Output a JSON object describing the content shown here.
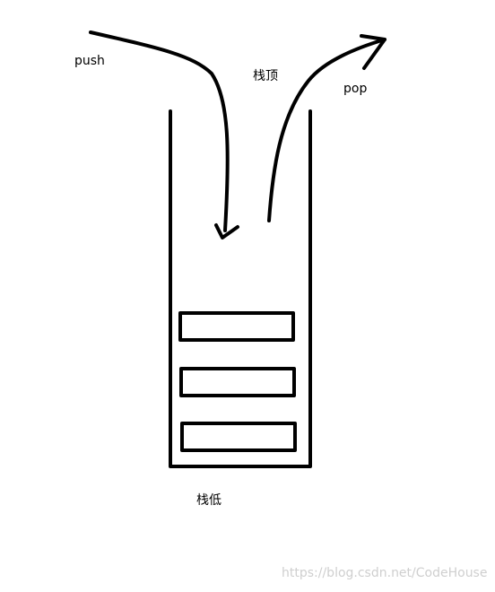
{
  "diagram": {
    "push_label": "push",
    "pop_label": "pop",
    "stack_top_label": "栈顶",
    "stack_bottom_label": "栈低",
    "watermark": "https://blog.csdn.net/CodeHouse",
    "stack_item_count": 3
  },
  "colors": {
    "background": "#ffffff",
    "ink": "#000000",
    "watermark": "#cfcfcf"
  }
}
